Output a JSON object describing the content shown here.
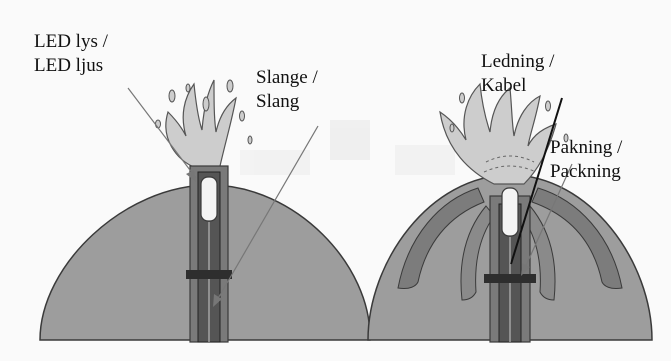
{
  "labels": {
    "led": {
      "line1": "LED lys /",
      "line2": "LED ljus"
    },
    "hose": {
      "line1": "Slange /",
      "line2": "Slang"
    },
    "cable": {
      "line1": "Ledning /",
      "line2": "Kabel"
    },
    "gasket": {
      "line1": "Pakning /",
      "line2": "Packning"
    }
  },
  "colors": {
    "dome": "#9d9d9d",
    "dome_inner": "#7c7c7c",
    "water": "#cdcdcd",
    "pipe": "#555555",
    "led": "#f4f4f4",
    "outline": "#3a3a3a",
    "arrow": "#777777"
  }
}
